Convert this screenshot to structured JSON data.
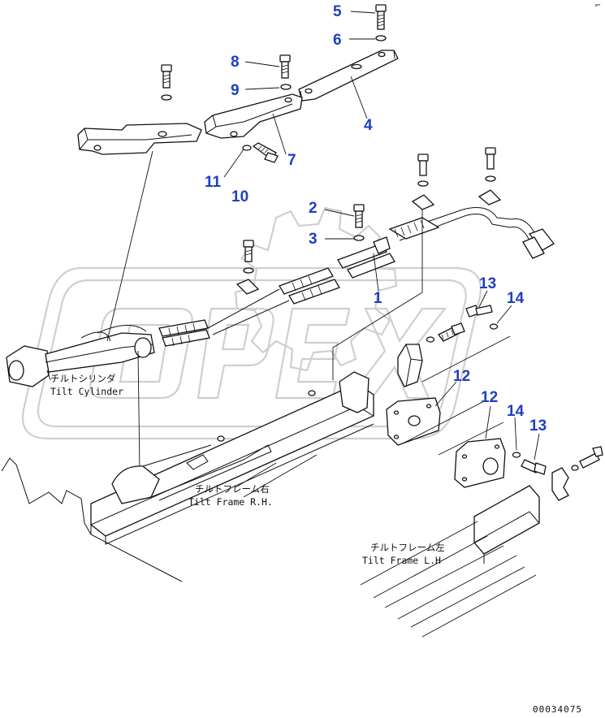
{
  "diagram": {
    "callouts": [
      {
        "id": "5",
        "text": "5"
      },
      {
        "id": "6",
        "text": "6"
      },
      {
        "id": "8",
        "text": "8"
      },
      {
        "id": "9",
        "text": "9"
      },
      {
        "id": "4",
        "text": "4"
      },
      {
        "id": "7",
        "text": "7"
      },
      {
        "id": "11",
        "text": "11"
      },
      {
        "id": "10",
        "text": "10"
      },
      {
        "id": "2",
        "text": "2"
      },
      {
        "id": "3",
        "text": "3"
      },
      {
        "id": "1",
        "text": "1"
      },
      {
        "id": "13a",
        "text": "13"
      },
      {
        "id": "14a",
        "text": "14"
      },
      {
        "id": "12a",
        "text": "12"
      },
      {
        "id": "12b",
        "text": "12"
      },
      {
        "id": "14b",
        "text": "14"
      },
      {
        "id": "13b",
        "text": "13"
      }
    ],
    "labels": {
      "tilt_cylinder_jp": "チルトシリンダ",
      "tilt_cylinder_en": "Tilt Cylinder",
      "tilt_frame_rh_jp": "チルトフレーム右",
      "tilt_frame_rh_en": "Tilt Frame R.H.",
      "tilt_frame_lh_jp": "チルトフレーム左",
      "tilt_frame_lh_en": "Tilt Frame L.H"
    },
    "watermark": "OPEX",
    "document_number": "00034075",
    "corner_mark": "⌐"
  },
  "colors": {
    "callout": "#1f3fbf",
    "line": "#111111",
    "watermark": "#cfcfcf"
  }
}
